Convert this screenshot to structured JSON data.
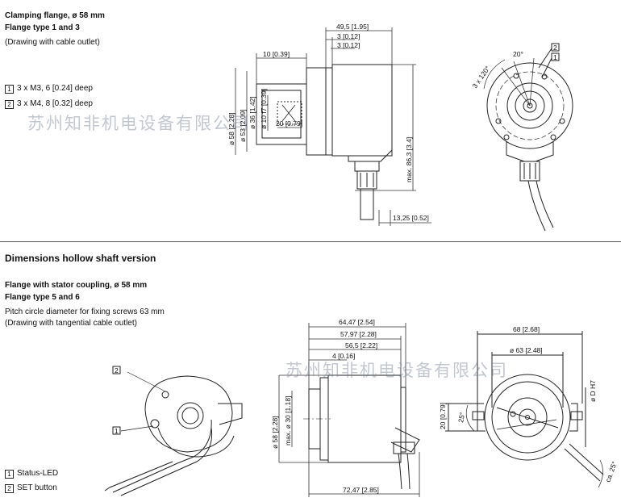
{
  "top": {
    "title1": "Clamping flange, ø 58 mm",
    "title2": "Flange type 1 and 3",
    "note": "(Drawing with cable outlet)",
    "legend": [
      {
        "num": "1",
        "text": "3 x M3, 6 [0.24] deep"
      },
      {
        "num": "2",
        "text": "3 x M4, 8 [0.32] deep"
      }
    ],
    "dims": {
      "d1": "49,5 [1.95]",
      "d2": "3 [0.12]",
      "d3": "3 [0.12]",
      "d4": "10 [0.39]",
      "v1": "ø 58 [2.28]",
      "v2": "ø 53 [2.09]",
      "v3": "ø 36 [1.42]",
      "v4": "ø 10 f7 [0.39]",
      "d5": "20 [0.79]",
      "v5": "max. 86,3 [3.4]",
      "d6": "13,25 [0.52]"
    },
    "front": {
      "angle1": "20°",
      "angle2": "3 x 120°",
      "c1": "1",
      "c2": "2"
    }
  },
  "bottom": {
    "section": "Dimensions hollow shaft version",
    "title1": "Flange with stator coupling, ø 58 mm",
    "title2": "Flange type 5 and 6",
    "note1": "Pitch circle diameter for fixing screws 63 mm",
    "note2": "(Drawing with tangential cable outlet)",
    "legend": [
      {
        "num": "1",
        "text": "Status-LED"
      },
      {
        "num": "2",
        "text": "SET button"
      }
    ],
    "persp": {
      "c1": "1",
      "c2": "2"
    },
    "dims": {
      "d1": "64,47 [2.54]",
      "d2": "57,97 [2.28]",
      "d3": "56,5 [2.22]",
      "d4": "4 [0.16]",
      "v1": "ø 58 [2.28]",
      "v2": "max. ø 30 [1.18]",
      "d5": "72,47 [2.85]"
    },
    "front": {
      "d1": "68 [2.68]",
      "d2": "ø 63 [2.48]",
      "v1": "ø D H7",
      "v2": "20 [0.79]",
      "angle1": "25°",
      "angle2": "ca. 25°"
    }
  },
  "watermark": "苏州知非机电设备有限公司"
}
